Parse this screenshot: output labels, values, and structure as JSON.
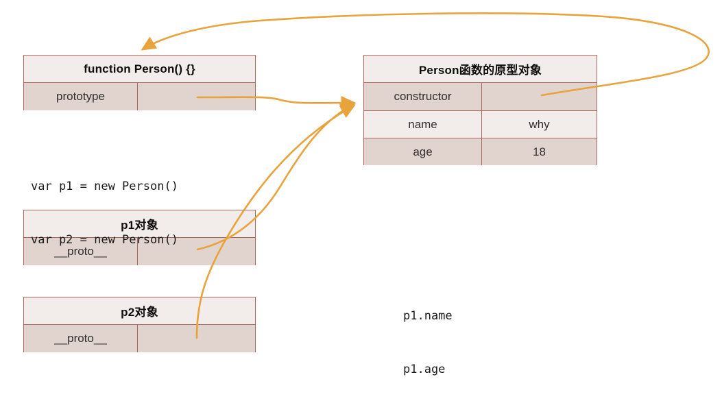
{
  "diagram": {
    "title_semantic": "javascript-prototype-chain-diagram",
    "colors": {
      "arrow": "#e8a33d",
      "border": "#a9685c",
      "header_fill": "#f2eceb",
      "row_shade_fill": "#e1d3ce",
      "text": "#1a1a1a"
    }
  },
  "function_table": {
    "header": "function Person() {}",
    "rows": [
      {
        "key": "prototype",
        "value": ""
      }
    ]
  },
  "prototype_table": {
    "header": "Person函数的原型对象",
    "rows": [
      {
        "key": "constructor",
        "value": ""
      },
      {
        "key": "name",
        "value": "why"
      },
      {
        "key": "age",
        "value": "18"
      }
    ]
  },
  "p1_table": {
    "header": "p1对象",
    "rows": [
      {
        "key": "__proto__",
        "value": ""
      }
    ]
  },
  "p2_table": {
    "header": "p2对象",
    "rows": [
      {
        "key": "__proto__",
        "value": ""
      }
    ]
  },
  "code_block": {
    "line1": "var p1 = new Person()",
    "line2": "var p2 = new Person()"
  },
  "access_block": {
    "line1": "p1.name",
    "line2": "p1.age"
  }
}
